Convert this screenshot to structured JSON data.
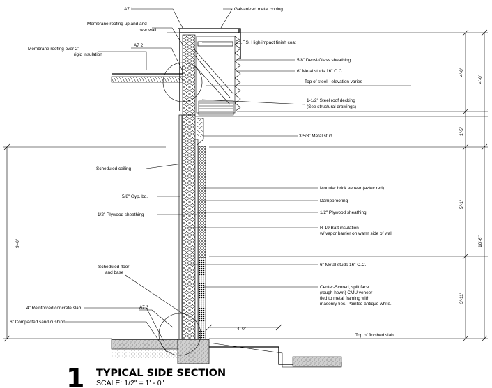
{
  "callouts": {
    "a71": "A7 1",
    "a72": "A7 2",
    "a73": "A7 3"
  },
  "labels_left": {
    "membrane_up": [
      "Membrane roofing up and and",
      "over wall"
    ],
    "membrane_rigid": [
      "Membrane roofing over 2\"",
      "rigid insulation"
    ],
    "scheduled_ceiling": "Scheduled ceiling",
    "gyp": "5/8\" Gyp. bd.",
    "plywood": "1/2\" Plywood sheathing",
    "floor": [
      "Scheduled floor",
      "and base"
    ],
    "slab": "4\" Reinforced concrete slab",
    "sand": "6\" Compacted sand cushion"
  },
  "labels_right": {
    "coping": "Galvanized metal coping",
    "eifs": "E.I.F.S. High impact finish coat",
    "densglass": "5/8\" Densi-Glass sheathing",
    "studs_top": "6\" Metal studs 16\" O.C.",
    "top_steel": "Top of steel - elevation varies",
    "decking": [
      "1-1/2\" Steel roof decking",
      "(See structural drawings)"
    ],
    "metal_stud": "3 5/8\" Metal stud",
    "brick": "Modular brick veneer (aztec red)",
    "dampproof": "Dampproofing",
    "plywood": "1/2\" Plywood sheathing",
    "insulation": [
      "R-19 Batt insulation",
      "w/ vapor barrier on warm side of wall"
    ],
    "studs_low": "6\" Metal studs 16\" O.C.",
    "cmu": [
      "Center-Scored, split face",
      "(rough hewn) CMU veneer",
      "tied to metal framing with",
      "masonry ties.  Painted antique white."
    ],
    "finished_slab": "Top of finished slab"
  },
  "dimensions": {
    "left_height": "9'-0\"",
    "parapet_a": "4'-0\"",
    "parapet_b": "4'-0\"",
    "band": "1'-5\"",
    "upper": "5'-1\"",
    "overall": "10'-6\"",
    "lower": "3'-11\"",
    "footing": "4'-0\""
  },
  "title": {
    "number": "1",
    "name": "TYPICAL SIDE SECTION",
    "scale": "SCALE:  1/2\" = 1' - 0\""
  }
}
